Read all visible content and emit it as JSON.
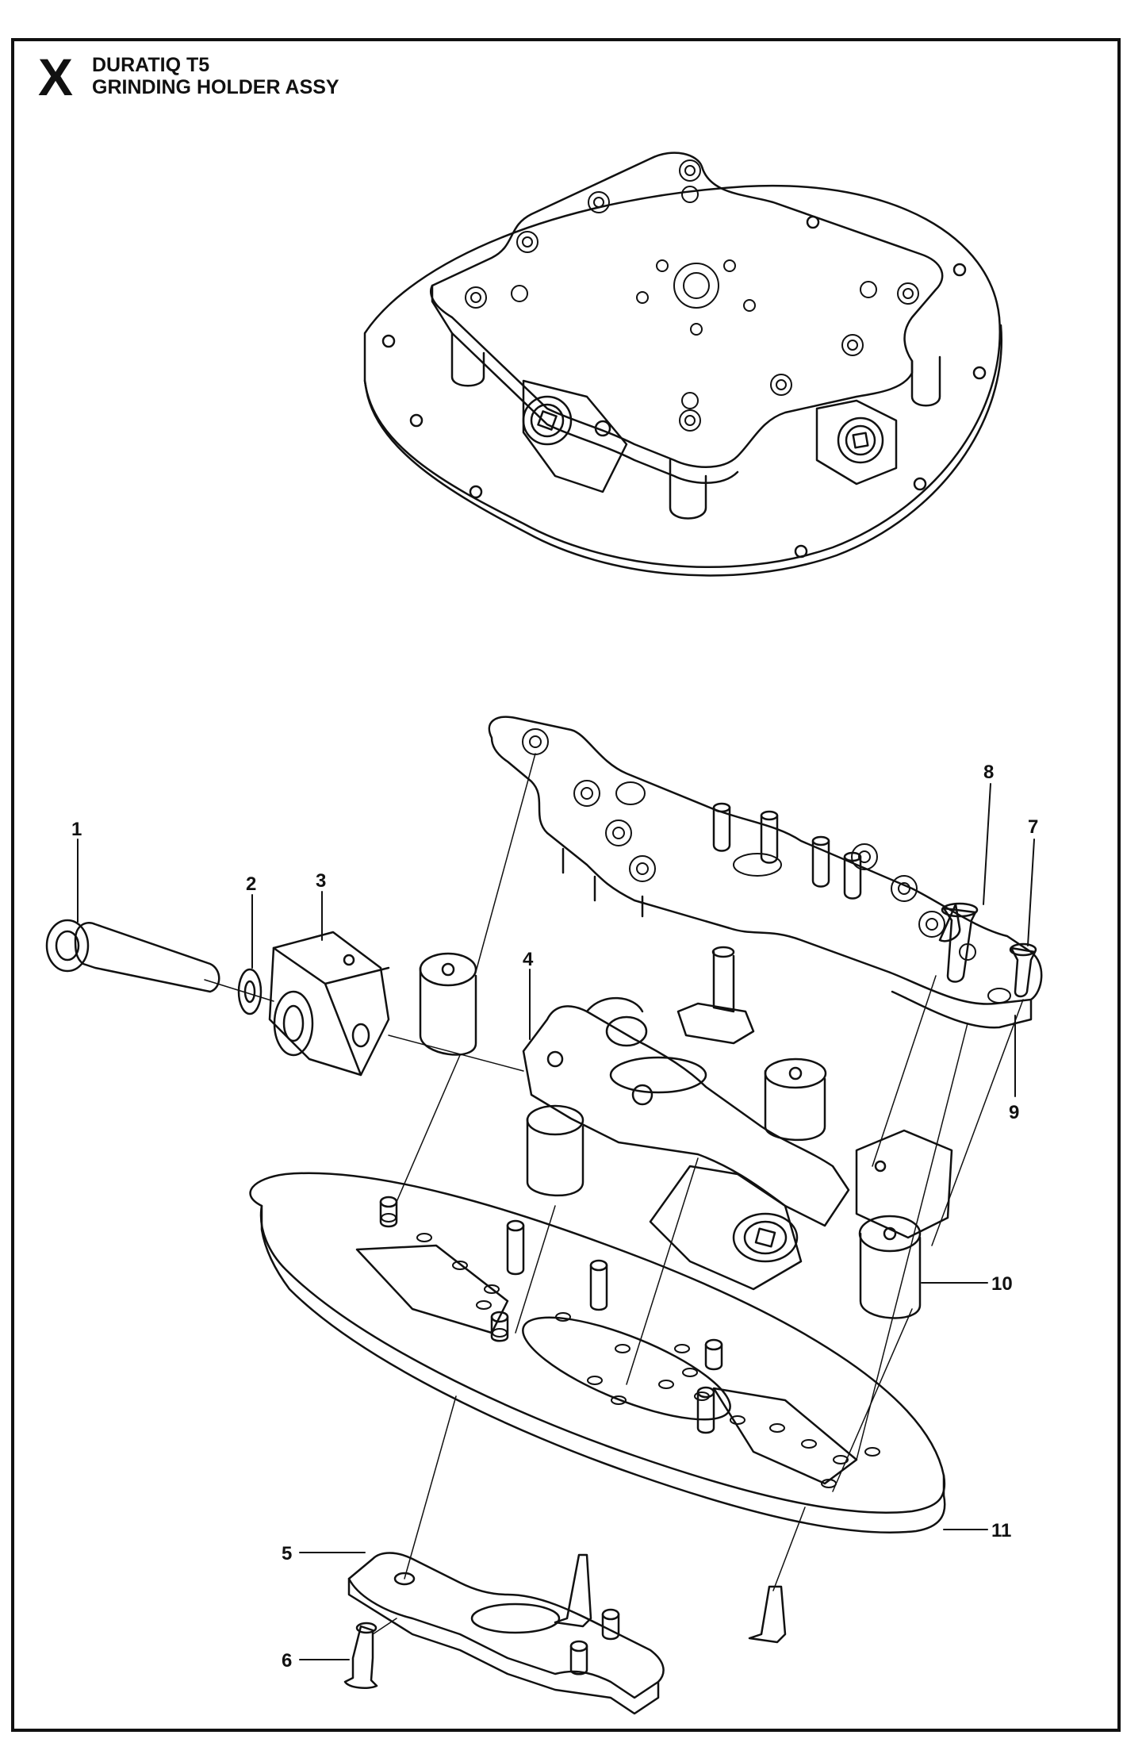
{
  "header": {
    "section_letter": "X",
    "model": "DURATIQ T5",
    "assembly": "GRINDING HOLDER ASSY"
  },
  "callouts": [
    {
      "id": "1",
      "label": "1"
    },
    {
      "id": "2",
      "label": "2"
    },
    {
      "id": "3",
      "label": "3"
    },
    {
      "id": "4",
      "label": "4"
    },
    {
      "id": "5",
      "label": "5"
    },
    {
      "id": "6",
      "label": "6"
    },
    {
      "id": "7",
      "label": "7"
    },
    {
      "id": "8",
      "label": "8"
    },
    {
      "id": "9",
      "label": "9"
    },
    {
      "id": "10",
      "label": "10"
    },
    {
      "id": "11",
      "label": "11"
    }
  ],
  "colors": {
    "line": "#111111",
    "paper": "#ffffff"
  }
}
